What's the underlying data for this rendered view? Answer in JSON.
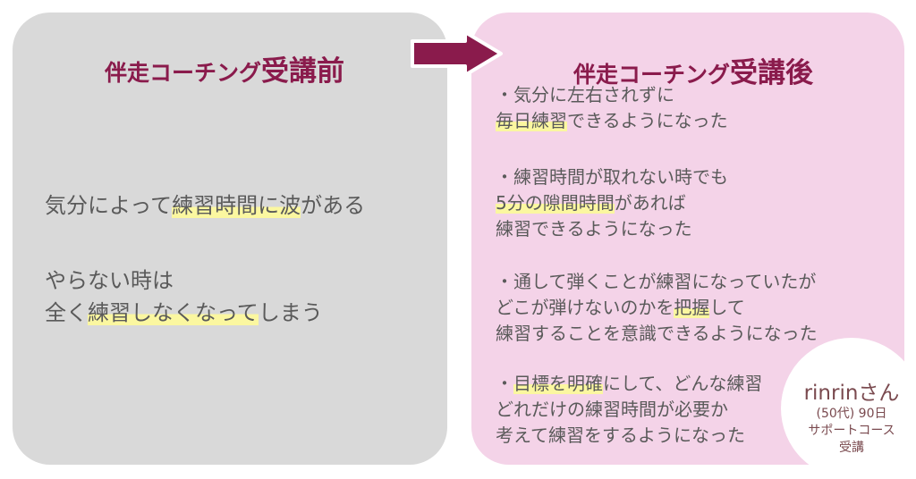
{
  "before": {
    "title_prefix": "伴走コーチング",
    "title_suffix": "受講前",
    "paragraphs": [
      [
        [
          {
            "t": "気分によって",
            "hl": false
          },
          {
            "t": "練習時間に波",
            "hl": true
          },
          {
            "t": "がある",
            "hl": false
          }
        ]
      ],
      [
        [
          {
            "t": "やらない時は",
            "hl": false
          }
        ],
        [
          {
            "t": "全く",
            "hl": false
          },
          {
            "t": "練習しなくなって",
            "hl": true
          },
          {
            "t": "しまう",
            "hl": false
          }
        ]
      ]
    ]
  },
  "after": {
    "title_prefix": "伴走コーチング",
    "title_suffix": "受講後",
    "paragraphs": [
      [
        [
          {
            "t": "・気分に左右されずに",
            "hl": false
          }
        ],
        [
          {
            "t": "毎日練習",
            "hl": true
          },
          {
            "t": "できるようになった",
            "hl": false
          }
        ]
      ],
      [
        [
          {
            "t": "・練習時間が取れない時でも",
            "hl": false
          }
        ],
        [
          {
            "t": "5分の隙間時間",
            "hl": true
          },
          {
            "t": "があれば",
            "hl": false
          }
        ],
        [
          {
            "t": "練習できるようになった",
            "hl": false
          }
        ]
      ],
      [
        [
          {
            "t": "・通して弾くことが練習になっていたが",
            "hl": false
          }
        ],
        [
          {
            "t": "どこが弾けないのかを",
            "hl": false
          },
          {
            "t": "把握",
            "hl": true
          },
          {
            "t": "して",
            "hl": false
          }
        ],
        [
          {
            "t": "練習することを意識できるようになった",
            "hl": false
          }
        ]
      ],
      [
        [
          {
            "t": "・",
            "hl": false
          },
          {
            "t": "目標を明確",
            "hl": true
          },
          {
            "t": "にして、どんな練習",
            "hl": false
          }
        ],
        [
          {
            "t": "どれだけの練習時間が必要か",
            "hl": false
          }
        ],
        [
          {
            "t": "考えて練習をするようになった",
            "hl": false
          }
        ]
      ]
    ]
  },
  "testimonial": {
    "name": "rinrinさん",
    "detail1": "(50代) 90日",
    "detail2": "サポートコース",
    "detail3": "受講"
  },
  "colors": {
    "accent": "#8a1b4c",
    "highlight": "#fbf7a0",
    "left_bg": "#d9d9d9",
    "right_bg": "#f4d3e8"
  }
}
